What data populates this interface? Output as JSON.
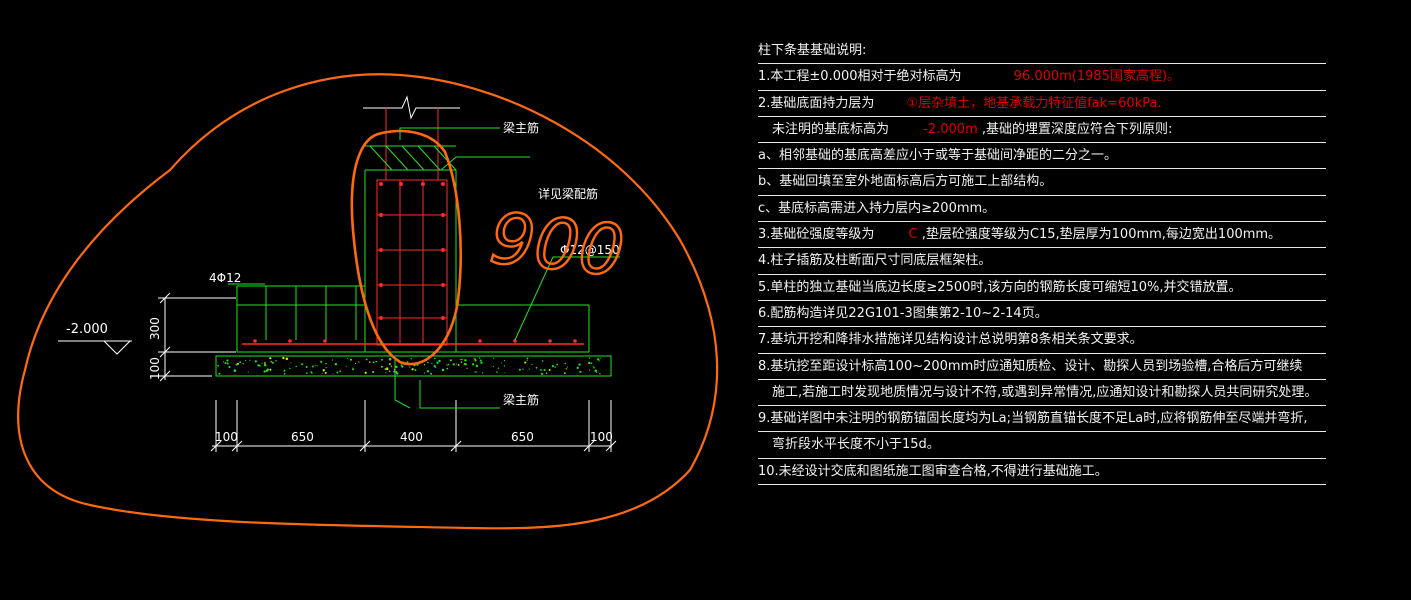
{
  "colors": {
    "background": "#000000",
    "rebar": "#ff2a2a",
    "outline": "#22e322",
    "dimension": "#ffffff",
    "annotation": "#ff6a10",
    "concrete": "#22e322",
    "note_text": "#f2f2f2",
    "note_red": "#e00000"
  },
  "drawing": {
    "label_beam_top_bar": "梁主筋",
    "label_beam_bottom_bar": "梁主筋",
    "label_see_beam_reinf": "详见梁配筋",
    "label_rebar_4phi12": "4Φ12",
    "label_rebar_phi12_150": "Φ12@150",
    "label_elevation": "-2.000",
    "dim_300": "300",
    "dim_100_vertical": "100",
    "dims_horizontal": [
      "100",
      "650",
      "400",
      "650",
      "100"
    ],
    "handwritten_900": "900"
  },
  "notes": {
    "title": "柱下条基基础说明:",
    "l1_a": "1.本工程±0.000相对于绝对标高为",
    "l1_b": "96.000m(1985国家高程)。",
    "l2_a": "2.基础底面持力层为",
    "l2_b": "①层杂填土，地基承载力特征值fak=60kPa.",
    "l3_a": "未注明的基底标高为",
    "l3_b": "-2.000m",
    "l3_c": ",基础的埋置深度应符合下列原则:",
    "l4": "a、相邻基础的基底高差应小于或等于基础间净距的二分之一。",
    "l5": "b、基础回填至室外地面标高后方可施工上部结构。",
    "l6": "c、基底标高需进入持力层内≥200mm。",
    "l7_a": "3.基础砼强度等级为",
    "l7_b": "C",
    "l7_c": ",垫层砼强度等级为C15,垫层厚为100mm,每边宽出100mm。",
    "l8": "4.柱子插筋及柱断面尺寸同底层框架柱。",
    "l9": "5.单柱的独立基础当底边长度≥2500时,该方向的钢筋长度可缩短10%,并交错放置。",
    "l10": "6.配筋构造详见22G101-3图集第2-10~2-14页。",
    "l11": "7.基坑开挖和降排水措施详见结构设计总说明第8条相关条文要求。",
    "l12": "8.基坑挖至距设计标高100~200mm时应通知质检、设计、勘探人员到场验槽,合格后方可继续",
    "l13": "施工,若施工时发现地质情况与设计不符,或遇到异常情况,应通知设计和勘探人员共同研究处理。",
    "l14": "9.基础详图中未注明的钢筋锚固长度均为La;当钢筋直锚长度不足La时,应将钢筋伸至尽端并弯折,",
    "l15": "弯折段水平长度不小于15d。",
    "l16": "10.未经设计交底和图纸施工图审查合格,不得进行基础施工。"
  }
}
